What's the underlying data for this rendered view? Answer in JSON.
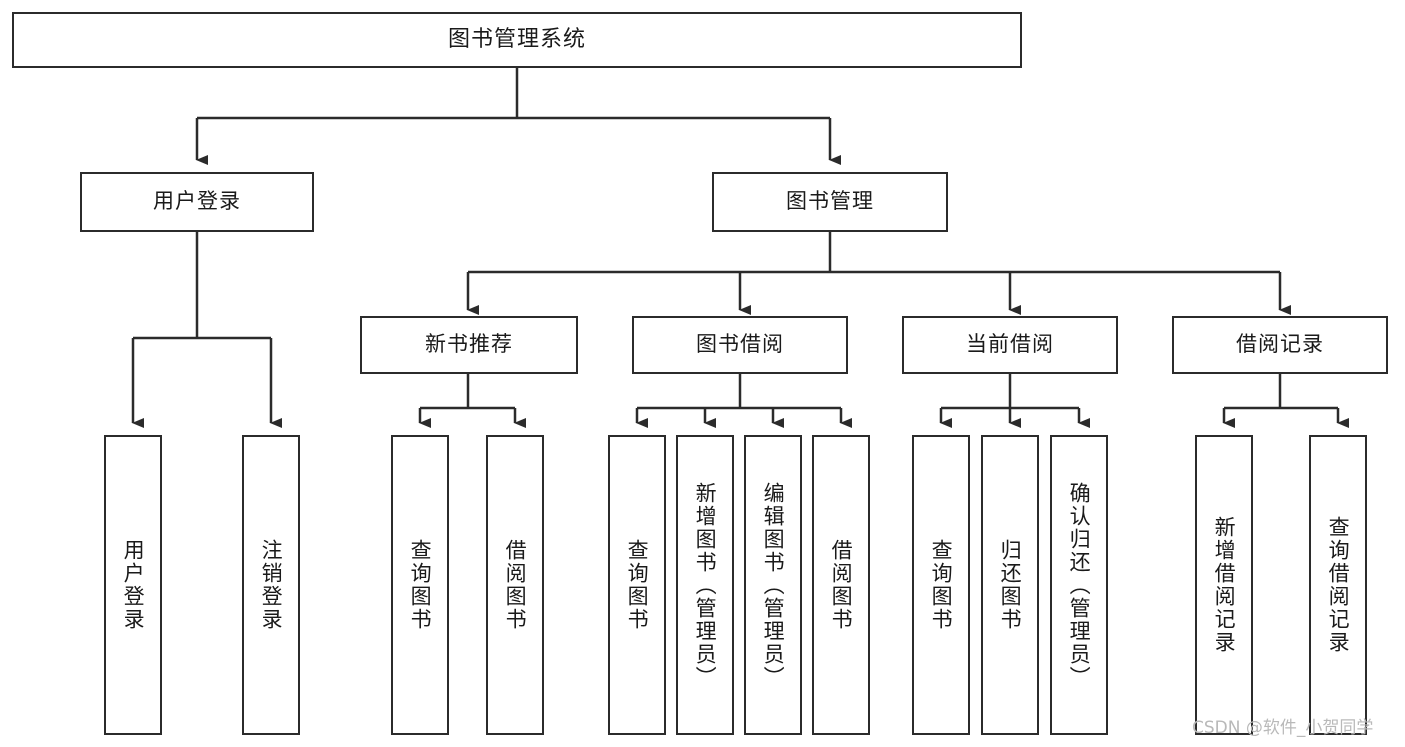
{
  "diagram": {
    "type": "tree",
    "title": "图书管理系统",
    "orientation": "top-down",
    "edge_style": "orthogonal-arrow",
    "colors": {
      "box_border": "#2b2b2b",
      "box_fill": "#ffffff",
      "connector": "#2b2b2b",
      "text": "#1a1a1a",
      "watermark": "#b9b9b9",
      "background": "#ffffff"
    }
  },
  "root": {
    "label": "图书管理系统"
  },
  "level2": [
    {
      "label": "用户登录"
    },
    {
      "label": "图书管理"
    }
  ],
  "level3": [
    {
      "label": "新书推荐"
    },
    {
      "label": "图书借阅"
    },
    {
      "label": "当前借阅"
    },
    {
      "label": "借阅记录"
    }
  ],
  "leaves": {
    "user_login": [
      {
        "label": "用户登录"
      },
      {
        "label": "注销登录"
      }
    ],
    "new_book_recommend": [
      {
        "label": "查询图书"
      },
      {
        "label": "借阅图书"
      }
    ],
    "book_borrow": [
      {
        "label": "查询图书"
      },
      {
        "label": "新增图书（管理员）"
      },
      {
        "label": "编辑图书（管理员）"
      },
      {
        "label": "借阅图书"
      }
    ],
    "current_borrow": [
      {
        "label": "查询图书"
      },
      {
        "label": "归还图书"
      },
      {
        "label": "确认归还（管理员）"
      }
    ],
    "borrow_record": [
      {
        "label": "新增借阅记录"
      },
      {
        "label": "查询借阅记录"
      }
    ]
  },
  "watermark": {
    "text": "CSDN @软件_小贺同学"
  }
}
